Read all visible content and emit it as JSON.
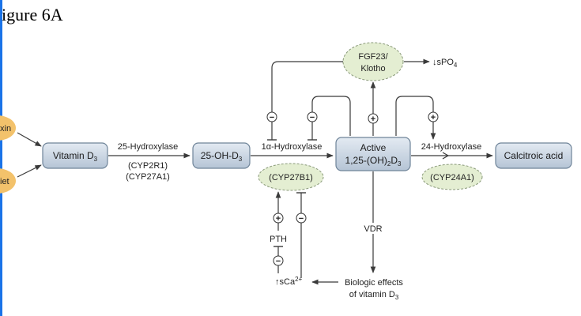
{
  "figure_title": "igure 6A",
  "inputs": {
    "skin": "xin",
    "diet": "iet"
  },
  "nodes": {
    "vitamin_d3": "Vitamin D",
    "vitamin_d3_sub": "3",
    "oh_d3": "25-OH-D",
    "oh_d3_sub": "3",
    "active_line1": "Active",
    "active_line2_a": "1,25-(OH)",
    "active_line2_sub1": "2",
    "active_line2_b": "D",
    "active_line2_sub2": "3",
    "calcitroic": "Calcitroic acid"
  },
  "enzymes": {
    "hydroxylase_25": "25-Hydroxylase",
    "cyp2r1": "(CYP2R1)",
    "cyp27a1": "(CYP27A1)",
    "hydroxylase_1a": "1α-Hydroxylase",
    "cyp27b1": "(CYP27B1)",
    "hydroxylase_24": "24-Hydroxylase",
    "cyp24a1": "(CYP24A1)"
  },
  "regulators": {
    "fgf23_line1": "FGF23/",
    "fgf23_line2": "Klotho",
    "spo4": "↓sPO",
    "spo4_sub": "4",
    "pth": "PTH",
    "vdr": "VDR",
    "sca": "↑sCa",
    "sca_sup": "2+",
    "biologic_line1": "Biologic effects",
    "biologic_line2": "of vitamin D",
    "biologic_sub": "3"
  },
  "signs": {
    "minus": "−",
    "plus": "+"
  },
  "colors": {
    "box_fill_top": "#dde5ef",
    "box_fill_bottom": "#b8c6d6",
    "box_stroke": "#6f8499",
    "ellipse_fill": "#e4eed2",
    "ellipse_stroke": "#8a9a7a",
    "input_fill": "#f3c26b",
    "line": "#4a4a4a"
  }
}
